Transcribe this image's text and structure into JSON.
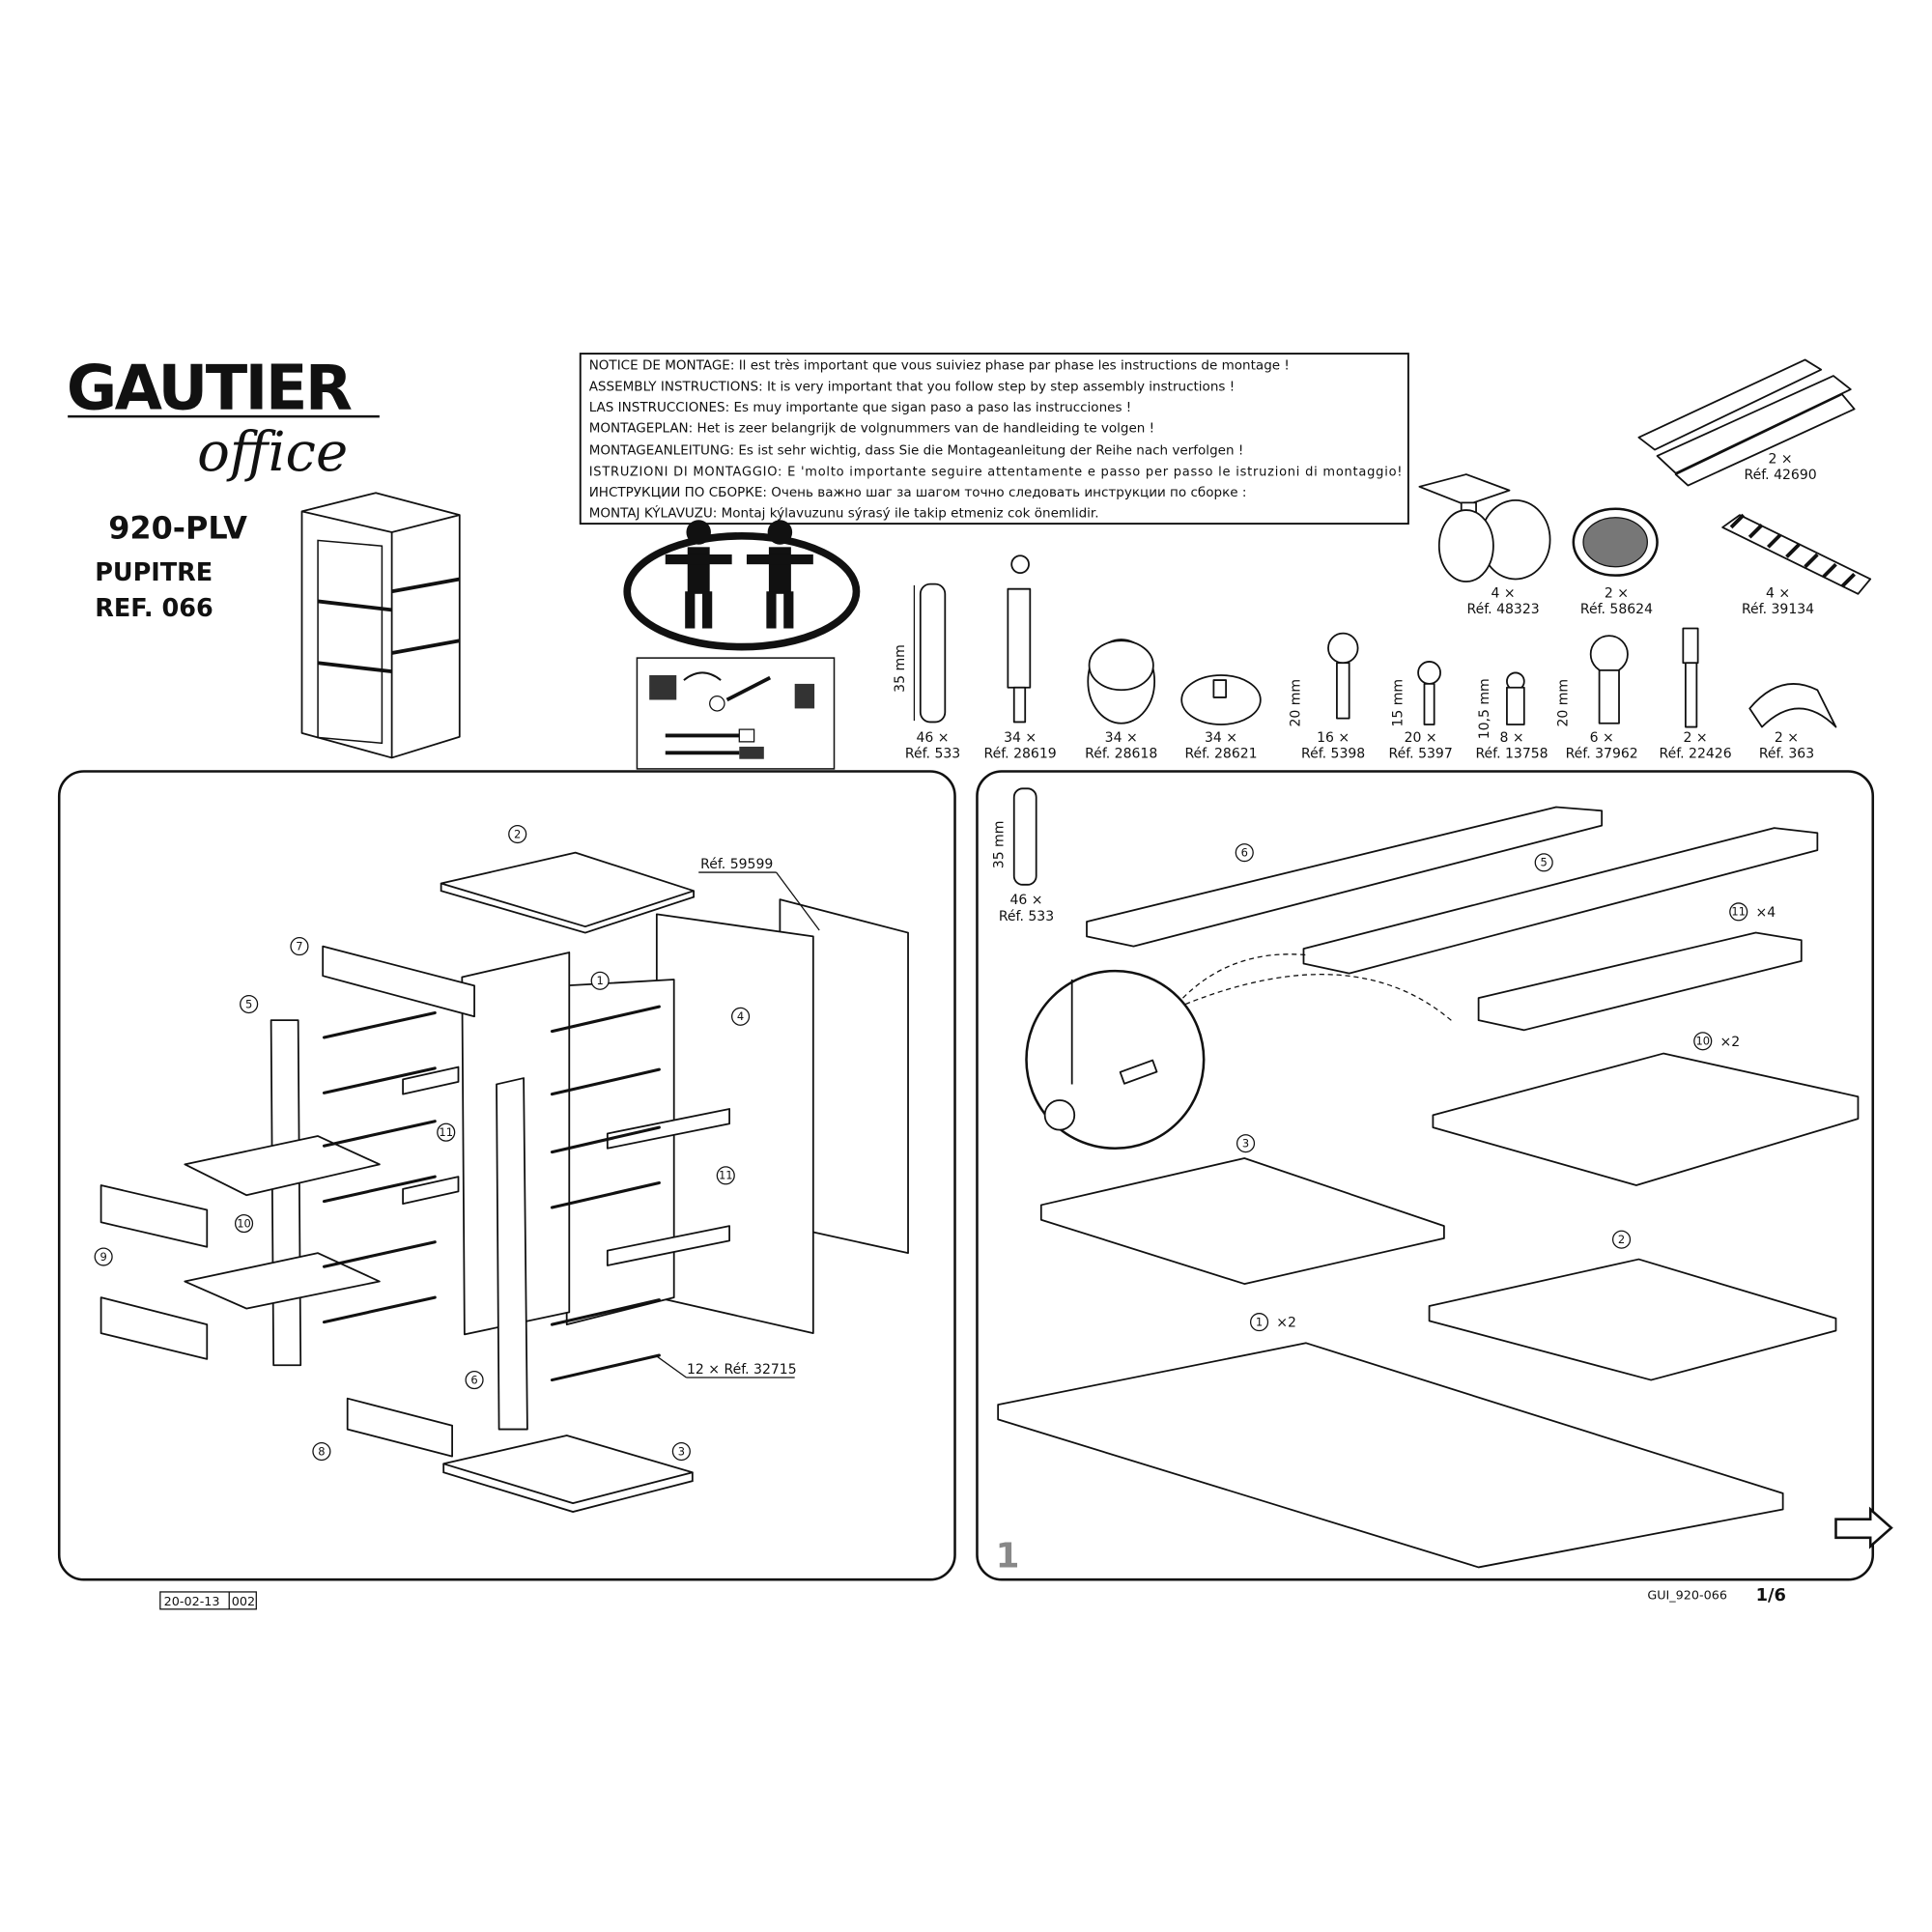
{
  "brand": {
    "name": "GAUTIER",
    "subname": "office"
  },
  "product": {
    "model": "920-PLV",
    "name": "PUPITRE",
    "ref": "REF. 066"
  },
  "notice": [
    {
      "label": "NOTICE DE MONTAGE:",
      "text": "Il est très important que vous suiviez phase par phase les instructions de montage !"
    },
    {
      "label": "ASSEMBLY INSTRUCTIONS:",
      "text": "It is very important that you follow step by step assembly instructions !"
    },
    {
      "label": "LAS INSTRUCCIONES:",
      "text": "Es muy importante que sigan paso a paso las instrucciones !"
    },
    {
      "label": "MONTAGEPLAN:",
      "text": "Het is zeer belangrijk de volgnummers van de handleiding te volgen !"
    },
    {
      "label": "MONTAGEANLEITUNG:",
      "text": "Es ist sehr wichtig, dass Sie die Montageanleitung der Reihe nach verfolgen !"
    },
    {
      "label": "ISTRUZIONI DI MONTAGGIO:",
      "text": "E 'molto importante seguire attentamente e passo per passo le istruzioni di montaggio!"
    },
    {
      "label": "ИНСТРУКЦИИ ПО СБОРКЕ:",
      "text": "Очень важно шаг за шагом точно следовать инструкции по сборке :"
    },
    {
      "label": "MONTAJ KÝLAVUZU:",
      "text": "Montaj kýlavuzunu sýrasý ile takip etmeniz cok önemlidir."
    }
  ],
  "hardware_top": [
    {
      "qty": "2 ×",
      "ref": "Réf. 42690"
    },
    {
      "qty": "4 ×",
      "ref": "Réf. 48323"
    },
    {
      "qty": "2 ×",
      "ref": "Réf. 58624"
    },
    {
      "qty": "4 ×",
      "ref": "Réf. 39134"
    }
  ],
  "hardware": [
    {
      "qty": "46 ×",
      "ref": "Réf. 533",
      "size": "35 mm"
    },
    {
      "qty": "34 ×",
      "ref": "Réf. 28619"
    },
    {
      "qty": "34 ×",
      "ref": "Réf. 28618"
    },
    {
      "qty": "34 ×",
      "ref": "Réf. 28621"
    },
    {
      "qty": "16 ×",
      "ref": "Réf. 5398",
      "size": "20 mm"
    },
    {
      "qty": "20 ×",
      "ref": "Réf. 5397",
      "size": "15 mm"
    },
    {
      "qty": "8 ×",
      "ref": "Réf. 13758",
      "size": "10,5 mm"
    },
    {
      "qty": "6 ×",
      "ref": "Réf. 37962",
      "size": "20 mm"
    },
    {
      "qty": "2 ×",
      "ref": "Réf. 22426"
    },
    {
      "qty": "2 ×",
      "ref": "Réf. 363"
    }
  ],
  "left_panel": {
    "labels": {
      "back_ref": "Réf. 59599",
      "rods": "12 × Réf. 32715"
    },
    "parts": [
      "2",
      "7",
      "5",
      "1",
      "4",
      "11",
      "11",
      "10",
      "9",
      "6",
      "8",
      "3"
    ]
  },
  "right_panel": {
    "step": "1",
    "dowel": {
      "size": "35 mm",
      "qty": "46 ×",
      "ref": "Réf. 533"
    },
    "parts": [
      {
        "n": "6",
        "mult": ""
      },
      {
        "n": "5",
        "mult": ""
      },
      {
        "n": "11",
        "mult": "×4"
      },
      {
        "n": "10",
        "mult": "×2"
      },
      {
        "n": "3",
        "mult": ""
      },
      {
        "n": "2",
        "mult": ""
      },
      {
        "n": "1",
        "mult": "×2"
      }
    ]
  },
  "footer": {
    "date": "20-02-13",
    "rev": "002",
    "doc": "GUI_920-066",
    "page": "1/6"
  }
}
